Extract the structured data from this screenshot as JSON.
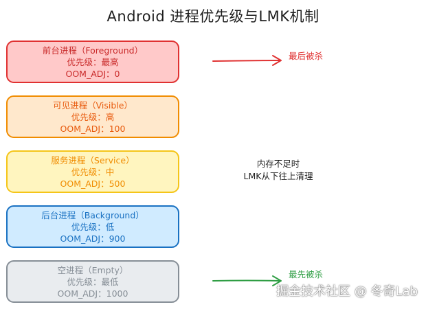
{
  "title": "Android 进程优先级与LMK机制",
  "processes": [
    {
      "name": "前台进程（Foreground）",
      "priority": "优先级：最高",
      "adj": "OOM_ADJ：0",
      "stroke": "#e03131",
      "fill": "#ffc9c9",
      "text": "#c92a2a"
    },
    {
      "name": "可见进程（Visible）",
      "priority": "优先级：高",
      "adj": "OOM_ADJ：100",
      "stroke": "#f08c00",
      "fill": "#ffe8cc",
      "text": "#e8590c"
    },
    {
      "name": "服务进程（Service）",
      "priority": "优先级：中",
      "adj": "OOM_ADJ：500",
      "stroke": "#f5c518",
      "fill": "#fff5bf",
      "text": "#f08c00"
    },
    {
      "name": "后台进程（Background）",
      "priority": "优先级：低",
      "adj": "OOM_ADJ：900",
      "stroke": "#1971c2",
      "fill": "#d0ebff",
      "text": "#1971c2"
    },
    {
      "name": "空进程（Empty）",
      "priority": "优先级：最低",
      "adj": "OOM_ADJ：1000",
      "stroke": "#868e96",
      "fill": "#e9ecef",
      "text": "#868e96"
    }
  ],
  "arrows": {
    "last_killed": {
      "label": "最后被杀",
      "color": "#e03131"
    },
    "first_killed": {
      "label": "最先被杀",
      "color": "#2f9e44"
    }
  },
  "note": {
    "line1": "内存不足时",
    "line2": "LMK从下往上清理"
  },
  "watermark": "掘金技术社区 @ 冬奇Lab"
}
